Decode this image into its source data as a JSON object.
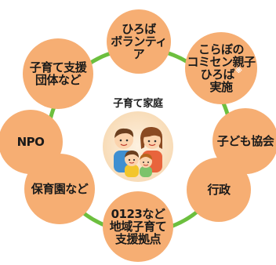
{
  "center": {
    "title": "子育て家庭",
    "illustration": "family-illustration"
  },
  "nodes": [
    {
      "id": "hiroba-volunteer",
      "label": "ひろば\nボランティア"
    },
    {
      "id": "koraboro",
      "label": "こらぼの\nコミセン親子\nひろば",
      "label_tail": "実施",
      "note": "※"
    },
    {
      "id": "kodomo-kyokai",
      "label": "子ども協会"
    },
    {
      "id": "gyosei",
      "label": "行政"
    },
    {
      "id": "0123",
      "label": "0123など\n地域子育て\n支援拠点"
    },
    {
      "id": "hoikuen",
      "label": "保育園など"
    },
    {
      "id": "npo",
      "label": "NPO"
    },
    {
      "id": "kosodate-shien",
      "label": "子育て支援\n団体など"
    }
  ],
  "colors": {
    "node_fill": "#f6ae73",
    "ring": "#6cbf3e",
    "center_fill": "#fbe8cf",
    "text": "#1a1a1a"
  }
}
